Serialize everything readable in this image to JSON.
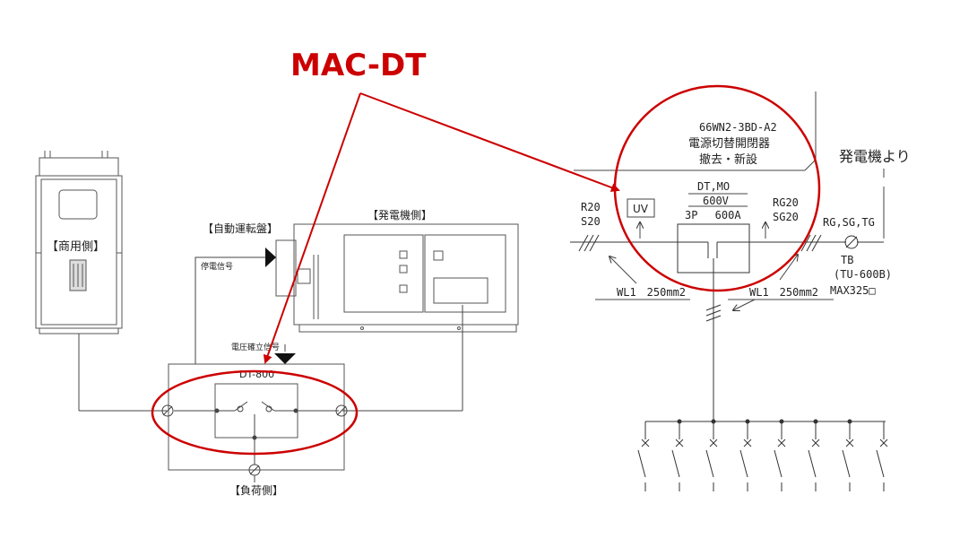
{
  "title": "MAC-DT",
  "colors": {
    "accent": "#cc0000",
    "line": "#333333",
    "equipment": "#555555"
  },
  "left_diagram": {
    "commercial_side": "【商用側】",
    "auto_panel": "【自動運転盤】",
    "generator_side": "【発電機側】",
    "outage_signal": "停電信号",
    "voltage_signal": "電圧確立信号",
    "switch_model": "DT-800",
    "load_side": "【負荷側】"
  },
  "right_diagram": {
    "switch_model": "66WN2-3BD-A2",
    "switch_name": "電源切替開閉器",
    "switch_note": "撤去・新設",
    "from_generator": "発電機より",
    "dt_mo": "DT,MO",
    "voltage": "600V",
    "rating": "3P　 600A",
    "uv": "UV",
    "r20": "R20",
    "s20": "S20",
    "rg20": "RG20",
    "sg20": "SG20",
    "rg_sg_tg": "RG,SG,TG",
    "tb": "TB",
    "tb_model": "(TU-600B)",
    "tb_max": "MAX325□",
    "wl_left": "WL1　250mm2",
    "wl_right": "WL1　250mm2"
  }
}
